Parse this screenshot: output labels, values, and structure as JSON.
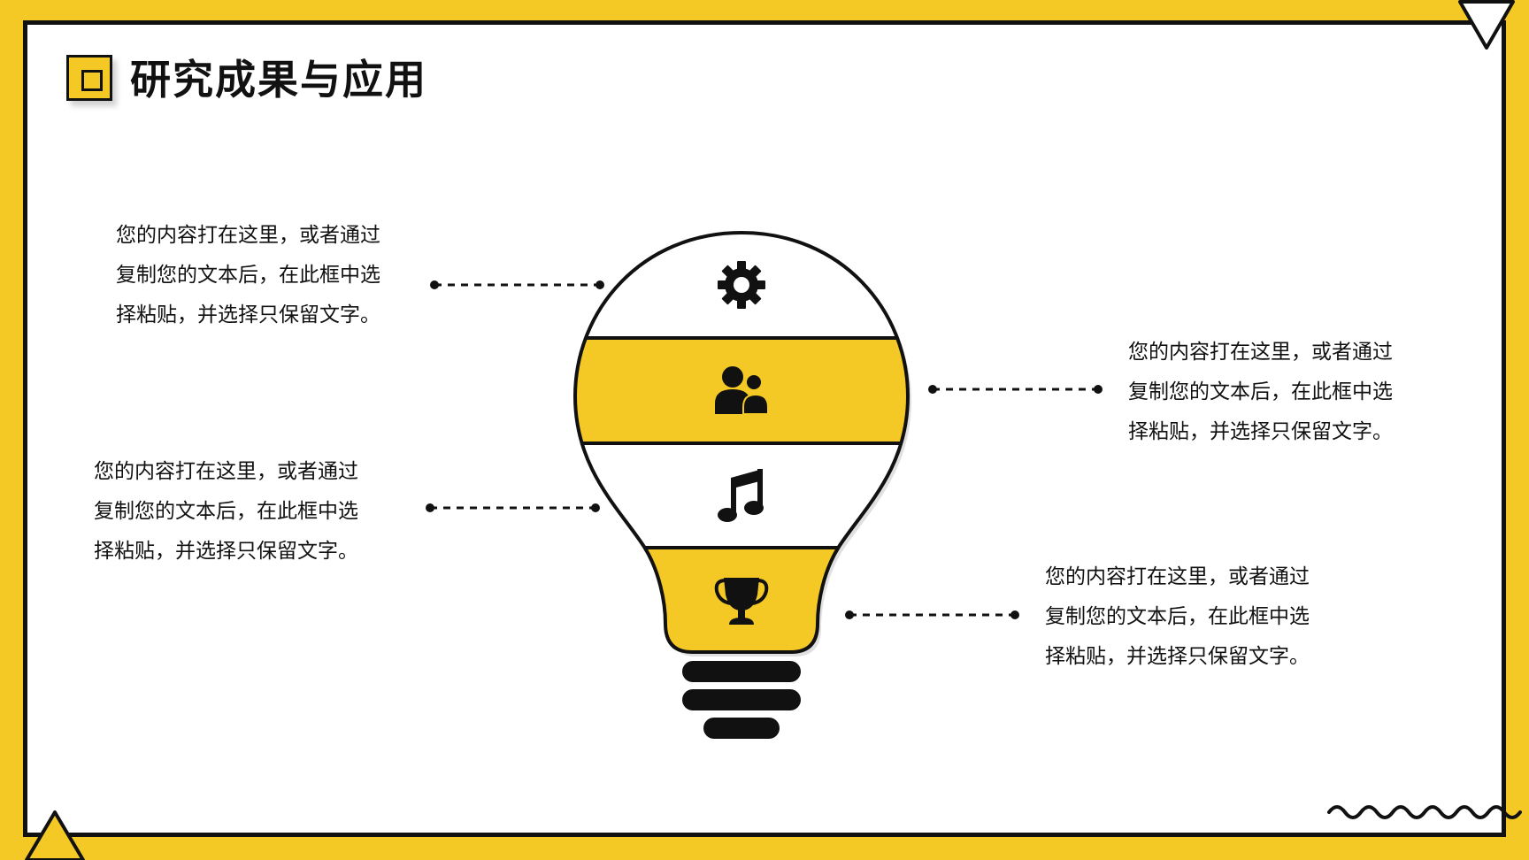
{
  "title": "研究成果与应用",
  "colors": {
    "accent": "#F4C825",
    "ink": "#111111",
    "background": "#FFFFFF"
  },
  "bulb_sections": [
    {
      "icon": "gear-icon"
    },
    {
      "icon": "users-icon"
    },
    {
      "icon": "music-note-icon"
    },
    {
      "icon": "trophy-icon"
    }
  ],
  "callouts": [
    {
      "lines": [
        "您的内容打在这里，或者通过",
        "复制您的文本后，在此框中选",
        "择粘贴，并选择只保留文字。"
      ]
    },
    {
      "lines": [
        "您的内容打在这里，或者通过",
        "复制您的文本后，在此框中选",
        "择粘贴，并选择只保留文字。"
      ]
    },
    {
      "lines": [
        "您的内容打在这里，或者通过",
        "复制您的文本后，在此框中选",
        "择粘贴，并选择只保留文字。"
      ]
    },
    {
      "lines": [
        "您的内容打在这里，或者通过",
        "复制您的文本后，在此框中选",
        "择粘贴，并选择只保留文字。"
      ]
    }
  ]
}
